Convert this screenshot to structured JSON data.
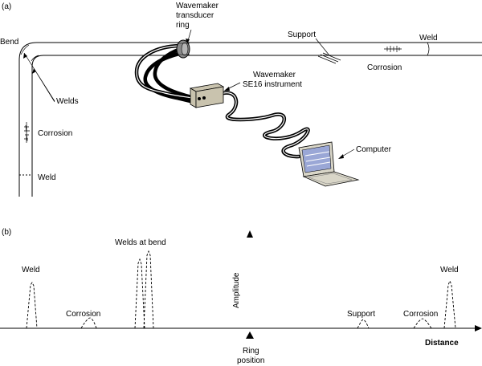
{
  "panel_a": {
    "tag": "(a)",
    "bend": "Bend",
    "welds": "Welds",
    "corrosion_vertical": "Corrosion",
    "weld_vertical": "Weld",
    "transducer_line1": "Wavemaker",
    "transducer_line2": "transducer",
    "transducer_line3": "ring",
    "support": "Support",
    "weld_horizontal": "Weld",
    "corrosion_horizontal": "Corrosion",
    "instrument_line1": "Wavemaker",
    "instrument_line2": "SE16 instrument",
    "computer": "Computer"
  },
  "panel_b": {
    "tag": "(b)",
    "welds_at_bend": "Welds at bend",
    "weld_left": "Weld",
    "corrosion_left": "Corrosion",
    "amplitude": "Amplitude",
    "support": "Support",
    "corrosion_right": "Corrosion",
    "weld_right": "Weld",
    "distance": "Distance",
    "ring_line1": "Ring",
    "ring_line2": "position"
  },
  "colors": {
    "instrument_face": "#c9c3ae",
    "laptop_body": "#d9d6c8",
    "laptop_screen": "#9aa7d6"
  }
}
